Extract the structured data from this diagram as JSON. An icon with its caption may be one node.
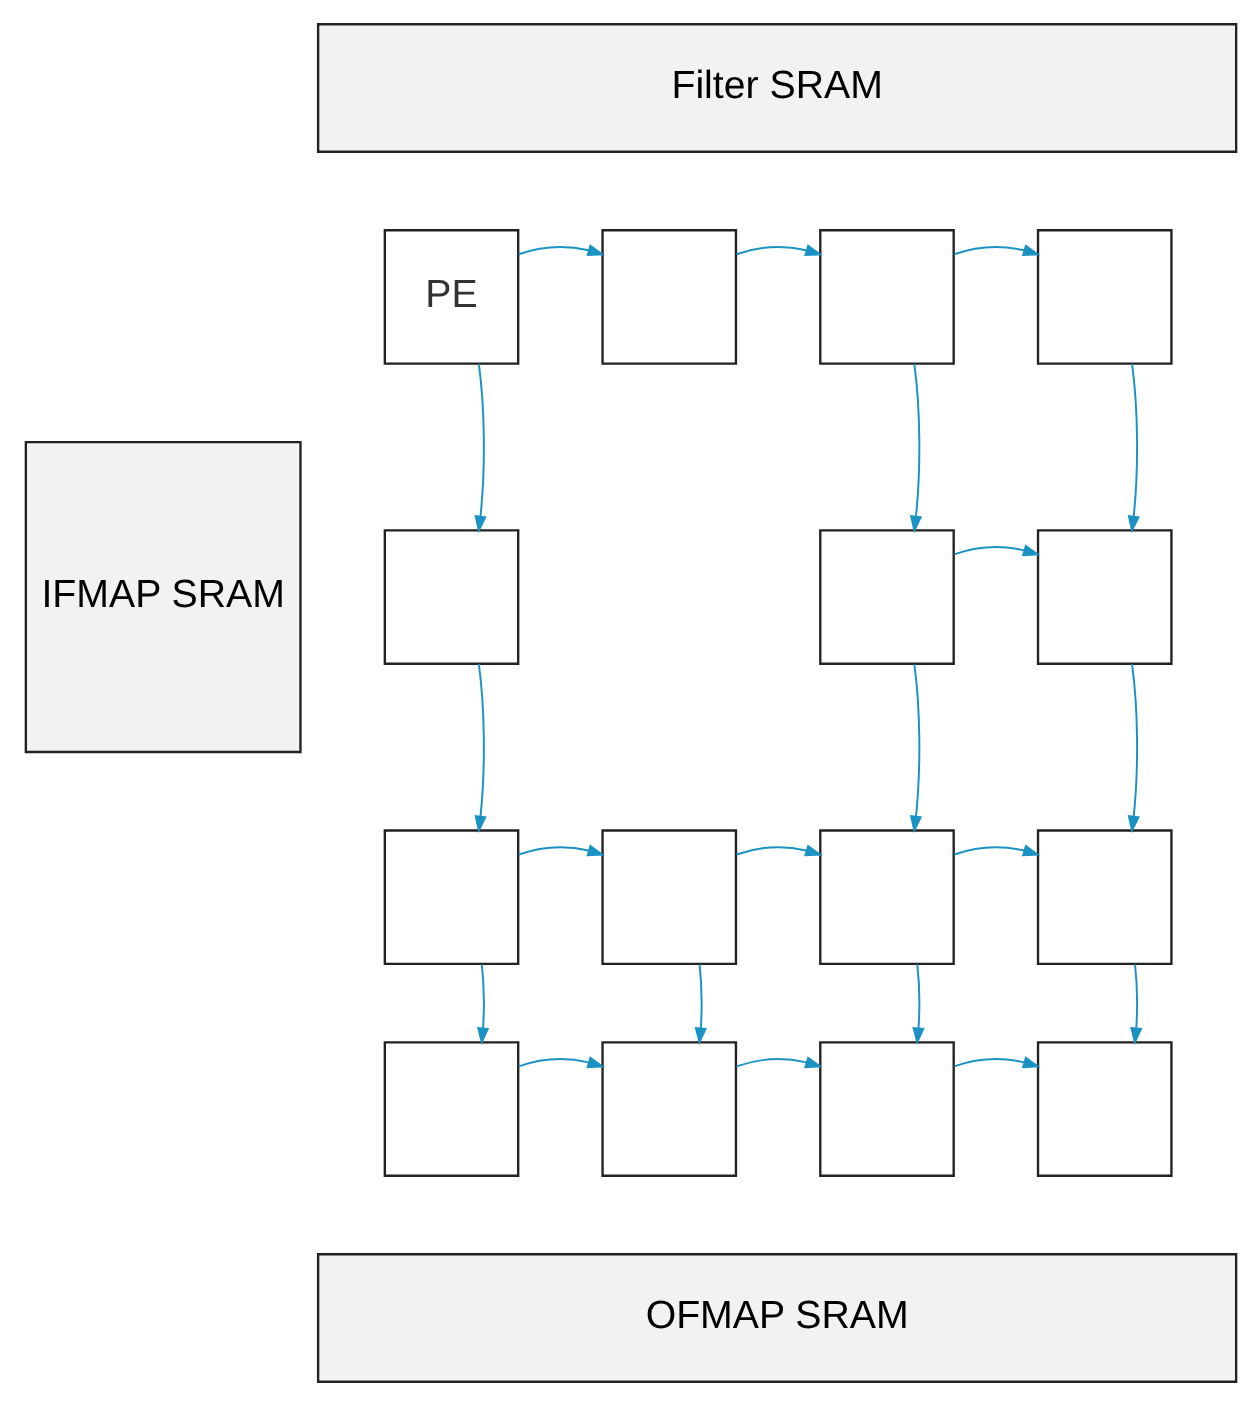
{
  "diagram": {
    "nodes": [
      {
        "text": [
          "Filter SRAM"
        ]
      },
      {
        "text": [
          "IFMAP SRAM"
        ]
      },
      {
        "text": [
          "PE"
        ]
      },
      {
        "text": [],
        "shape": "box"
      },
      {
        "text": [],
        "shape": "box"
      },
      {
        "text": [],
        "shape": "box"
      },
      {
        "text": [],
        "shape": "box"
      },
      {
        "text": [],
        "shape": "box"
      },
      {
        "text": [],
        "shape": "box"
      },
      {
        "text": [],
        "shape": "box"
      },
      {
        "text": [],
        "shape": "box"
      },
      {
        "text": [],
        "shape": "box"
      },
      {
        "text": [],
        "shape": "box"
      },
      {
        "text": [],
        "shape": "box"
      },
      {
        "text": [],
        "shape": "box"
      },
      {
        "text": [],
        "shape": "box"
      },
      {
        "text": [],
        "shape": "box"
      },
      {
        "text": [
          "OFMAP SRAM"
        ]
      }
    ],
    "edges": [
      {
        "from": 2,
        "to": 3,
        "arrow": "to"
      },
      {
        "from": 3,
        "to": 4,
        "arrow": "to"
      },
      {
        "from": 4,
        "to": 5,
        "arrow": "to"
      },
      {
        "from": 2,
        "to": 6,
        "arrow": "to"
      },
      {
        "from": 4,
        "to": 7,
        "arrow": "to"
      },
      {
        "from": 5,
        "to": 8,
        "arrow": "to"
      },
      {
        "from": 7,
        "to": 8,
        "arrow": "to"
      },
      {
        "from": 6,
        "to": 9,
        "arrow": "to"
      },
      {
        "from": 7,
        "to": 11,
        "arrow": "to"
      },
      {
        "from": 8,
        "to": 12,
        "arrow": "to"
      },
      {
        "from": 9,
        "to": 10,
        "arrow": "to"
      },
      {
        "from": 10,
        "to": 11,
        "arrow": "to"
      },
      {
        "from": 11,
        "to": 12,
        "arrow": "to"
      },
      {
        "from": 9,
        "to": 13,
        "arrow": "to"
      },
      {
        "from": 10,
        "to": 14,
        "arrow": "to"
      },
      {
        "from": 11,
        "to": 15,
        "arrow": "to"
      },
      {
        "from": 12,
        "to": 16,
        "arrow": "to"
      },
      {
        "from": 13,
        "to": 14,
        "arrow": "to"
      },
      {
        "from": 14,
        "to": 15,
        "arrow": "to"
      },
      {
        "from": 15,
        "to": 16,
        "arrow": "to"
      }
    ]
  }
}
